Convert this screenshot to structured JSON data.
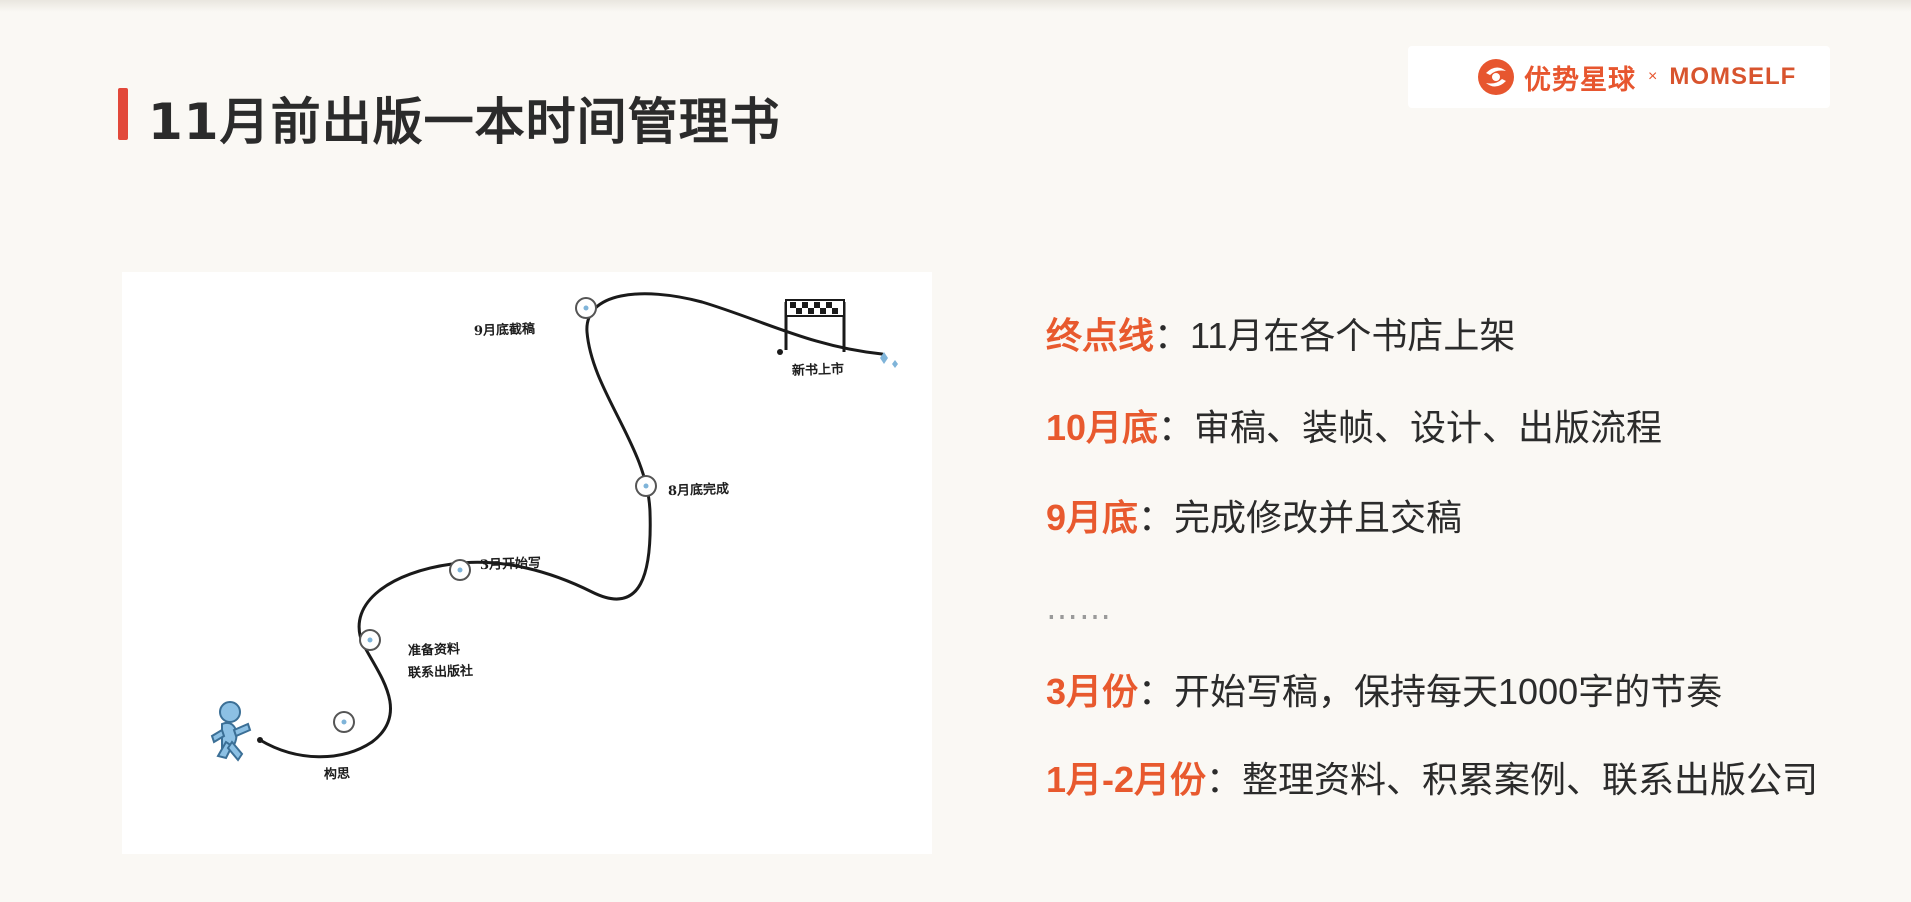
{
  "slide": {
    "title": "11月前出版一本时间管理书"
  },
  "logo": {
    "brand_cn": "优势星球",
    "separator": "×",
    "brand_en": "MOMSELF",
    "accent_color": "#e7562f"
  },
  "sketch": {
    "labels": {
      "start": "构思",
      "materials_line1": "准备资料",
      "materials_line2": "联系出版社",
      "march": "3月开始写",
      "august": "8月底完成",
      "september": "9月底截稿",
      "finish": "新书上市"
    },
    "icons": [
      "runner-icon",
      "map-pin-icon",
      "finish-gate-icon"
    ]
  },
  "timeline": {
    "accent_color": "#e8592e",
    "items": [
      {
        "key": "终点线",
        "text": "：11月在各个书店上架"
      },
      {
        "key": "10月底",
        "text": "：审稿、装帧、设计、出版流程"
      },
      {
        "key": "9月底",
        "text": "：完成修改并且交稿"
      },
      {
        "ellipsis": "……"
      },
      {
        "key": "3月份",
        "text": "：开始写稿，保持每天1000字的节奏"
      },
      {
        "key": "1月-2月份",
        "text": "：整理资料、积累案例、联系出版公司"
      }
    ]
  }
}
